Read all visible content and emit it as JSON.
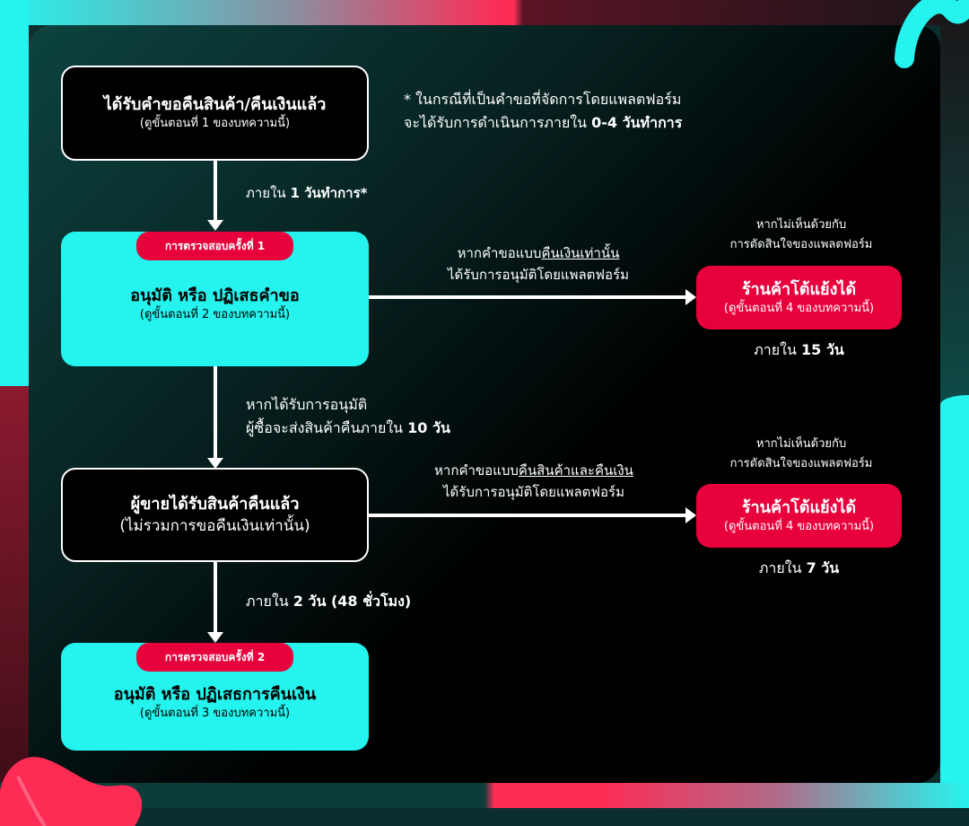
{
  "note": {
    "line1": "* ในกรณีที่เป็นคำขอที่จัดการโดยแพลตฟอร์ม",
    "line2_prefix": "จะได้รับการดำเนินการภายใน ",
    "line2_bold": "0-4 วันทำการ"
  },
  "step1": {
    "title": "ได้รับคำขอคืนสินค้า/คืนเงินแล้ว",
    "subtitle": "(ดูขั้นตอนที่ 1 ของบทความนี้)"
  },
  "arrow1": {
    "prefix": "ภายใน ",
    "bold": "1 วันทำการ*"
  },
  "step2": {
    "badge": "การตรวจสอบครั้งที่ 1",
    "title": "อนุมัติ หรือ ปฏิเสธคำขอ",
    "subtitle": "(ดูขั้นตอนที่ 2 ของบทความนี้)"
  },
  "branch1": {
    "line1_prefix": "หากคำขอแบบ",
    "line1_underline": "คืนเงินเท่านั้น",
    "line2": "ได้รับการอนุมัติโดยแพลตฟอร์ม",
    "disagree_line1": "หากไม่เห็นด้วยกับ",
    "disagree_line2": "การตัดสินใจของแพลตฟอร์ม",
    "box_title": "ร้านค้าโต้แย้งได้",
    "box_subtitle": "(ดูขั้นตอนที่ 4 ของบทความนี้)",
    "deadline_prefix": "ภายใน ",
    "deadline_bold": "15 วัน"
  },
  "arrow2": {
    "line1": "หากได้รับการอนุมัติ",
    "line2_prefix": "ผู้ซื้อจะส่งสินค้าคืนภายใน ",
    "line2_bold": "10 วัน"
  },
  "step3": {
    "title": "ผู้ขายได้รับสินค้าคืนแล้ว",
    "subtitle": "(ไม่รวมการขอคืนเงินเท่านั้น)"
  },
  "branch2": {
    "line1_prefix": "หากคำขอแบบ",
    "line1_underline": "คืนสินค้าและคืนเงิน",
    "line2": "ได้รับการอนุมัติโดยแพลตฟอร์ม",
    "disagree_line1": "หากไม่เห็นด้วยกับ",
    "disagree_line2": "การตัดสินใจของแพลตฟอร์ม",
    "box_title": "ร้านค้าโต้แย้งได้",
    "box_subtitle": "(ดูขั้นตอนที่ 4 ของบทความนี้)",
    "deadline_prefix": "ภายใน ",
    "deadline_bold": "7 วัน"
  },
  "arrow3": {
    "prefix": "ภายใน ",
    "bold": "2 วัน (48 ชั่วโมง)"
  },
  "step4": {
    "badge": "การตรวจสอบครั้งที่ 2",
    "title": "อนุมัติ หรือ ปฏิเสธการคืนเงิน",
    "subtitle": "(ดูขั้นตอนที่ 3 ของบทความนี้)"
  },
  "colors": {
    "cyan": "#25f4ee",
    "red": "#e8003d",
    "pink": "#fe2c55",
    "dark": "#000000"
  }
}
